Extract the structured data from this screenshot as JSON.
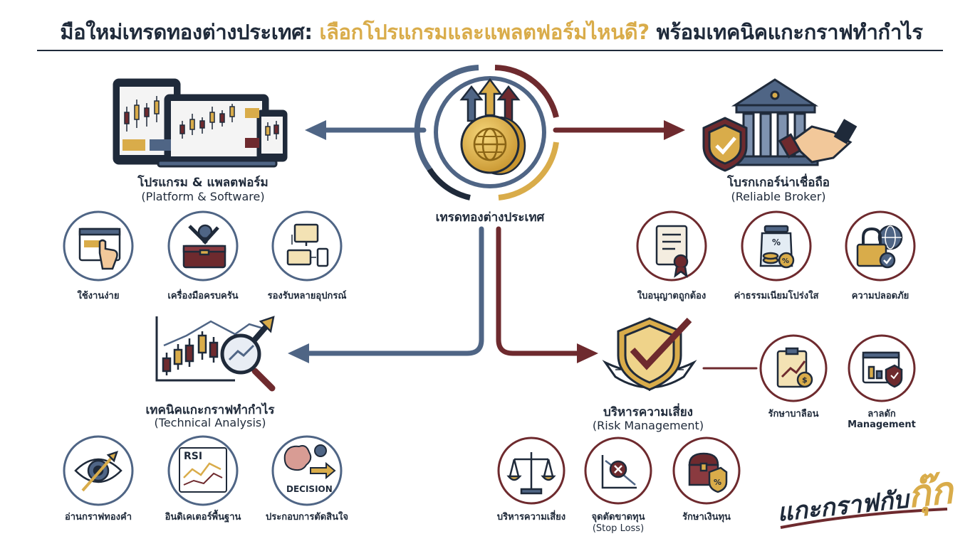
{
  "title": {
    "part1": "มือใหม่เทรดทองต่างประเทศ: ",
    "part2": "เลือกโปรแกรมและแพลตฟอร์มไหนดี?",
    "part3": " พร้อมเทคนิคแกะกราฟทำกำไร"
  },
  "center": {
    "label": "เทรดทองต่างประเทศ"
  },
  "platform": {
    "title": "โปรแกรม & แพลตฟอร์ม",
    "subtitle": "(Platform & Software)",
    "items": [
      "ใช้งานง่าย",
      "เครื่องมือครบครัน",
      "รองรับหลายอุปกรณ์"
    ]
  },
  "broker": {
    "title": "โบรกเกอร์น่าเชื่อถือ",
    "subtitle": "(Reliable Broker)",
    "items": [
      "ใบอนุญาตถูกต้อง",
      "ค่าธรรมเนียมโปร่งใส",
      "ความปลอดภัย"
    ]
  },
  "technical": {
    "title": "เทคนิคแกะกราฟทำกำไร",
    "subtitle": "(Technical Analysis)",
    "items": [
      "อ่านกราฟทองคำ",
      "อินดิเคเตอร์พื้นฐาน",
      "ประกอบการตัดสินใจ"
    ],
    "icon_texts": {
      "rsi": "RSI",
      "decision": "DECISION"
    }
  },
  "risk": {
    "title": "บริหารความเสี่ยง",
    "subtitle": "(Risk Management)",
    "side_items": [
      "รักษาบาลือน",
      "ลาลดัก"
    ],
    "side_item2_sub": "Management",
    "items": [
      "บริหารความเสี่ยง",
      "จุดตัดขาดทุน",
      "รักษาเงินทุน"
    ],
    "stop_loss_sub": "(Stop Loss)"
  },
  "brand": {
    "text": "แกะกราฟกับ",
    "highlight": "กุ๊ก"
  },
  "colors": {
    "navy": "#1f2a3a",
    "blue": "#4f6585",
    "maroon": "#6e2a2e",
    "gold": "#d9ac4a",
    "cream": "#f3e2b4"
  },
  "icons": [
    "coin-globe-icon",
    "device-screens-icon",
    "bank-handshake-icon",
    "shield-check-icon",
    "candlestick-magnifier-icon",
    "click-screen-icon",
    "toolbox-icon",
    "multi-device-icon",
    "license-certificate-icon",
    "fee-jar-icon",
    "lock-globe-icon",
    "eye-chart-icon",
    "rsi-chart-icon",
    "brain-decision-icon",
    "balance-scale-icon",
    "stop-loss-icon",
    "treasure-chest-icon",
    "clipboard-coin-icon",
    "chart-shield-icon"
  ]
}
